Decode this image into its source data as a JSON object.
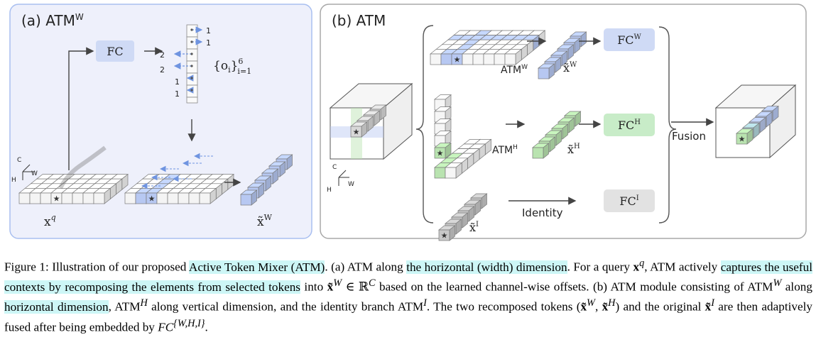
{
  "panel_a": {
    "title": "(a)  ATM",
    "title_sup": "W",
    "fc": "FC",
    "offsets_set": "{o",
    "offsets_sub": "i",
    "offsets_close": "}",
    "offsets_range_top": "6",
    "offsets_range_bottom": "i=1",
    "offset_values": [
      "1",
      "1",
      "2",
      "2",
      "1",
      "1"
    ],
    "axis_c": "C",
    "axis_w": "W",
    "axis_h": "H",
    "query_label": "x",
    "query_sup": "q",
    "output_label": "x̃",
    "output_sup": "W"
  },
  "panel_b": {
    "title": "(b)  ATM",
    "fc_w": "FC",
    "fc_w_sup": "W",
    "fc_h": "FC",
    "fc_h_sup": "H",
    "fc_i": "FC",
    "fc_i_sup": "I",
    "atm_w": "ATM",
    "atm_w_sup": "W",
    "atm_h": "ATM",
    "atm_h_sup": "H",
    "token_w": "x̃",
    "token_w_sup": "W",
    "token_h": "x̃",
    "token_h_sup": "H",
    "token_i": "x̃",
    "token_i_sup": "I",
    "identity": "Identity",
    "fusion": "Fusion",
    "axis_c": "C",
    "axis_h": "H",
    "axis_w": "W"
  },
  "colors": {
    "panel_a_bg": "#eef0fb",
    "panel_a_border": "#a9bff0",
    "panel_b_bg": "#ffffff",
    "panel_b_border": "#a8a8a8",
    "fc_w_fill": "#cfdaf5",
    "fc_h_fill": "#c8ecc8",
    "fc_i_fill": "#e2e2e2",
    "blue_token": "#b7c8f2",
    "green_token": "#b9e3b0",
    "gray_token": "#c8c8c8",
    "caption_highlight": "#cdf6f6"
  },
  "caption": {
    "s1": "Figure 1: Illustration of our proposed ",
    "h1": "Active Token Mixer (ATM)",
    "s2": ". (a) ATM along ",
    "h2": "the horizontal (width) dimension",
    "s3": ". For a query ",
    "xq": "x",
    "xq_sup": "q",
    "s4": ", ATM actively ",
    "h3": "captures the useful contexts by recomposing the elements from selected tokens",
    "s5": " into ",
    "xw": "x̃",
    "xw_sup": "W",
    "s6": " ∈ ℝ",
    "c_sup": "C",
    "s7": " based on the learned channel-wise offsets. (b) ATM module consisting of ATM",
    "atmw_sup": "W",
    "s8": " along ",
    "h4": "horizontal dimension",
    "s9": ", ATM",
    "atmh_sup": "H",
    "s10": " along vertical dimension, and the identity branch ATM",
    "atmi_sup": "I",
    "s11": ". The two recomposed tokens (",
    "t1": "x̃",
    "t1_sup": "W",
    "s12": ", ",
    "t2": "x̃",
    "t2_sup": "H",
    "s13": ") and the original ",
    "t3": "x̃",
    "t3_sup": "I",
    "s14": " are then adaptively fused after being embedded by ",
    "fc": "FC",
    "fc_sup": "{W,H,I}",
    "s15": "."
  }
}
